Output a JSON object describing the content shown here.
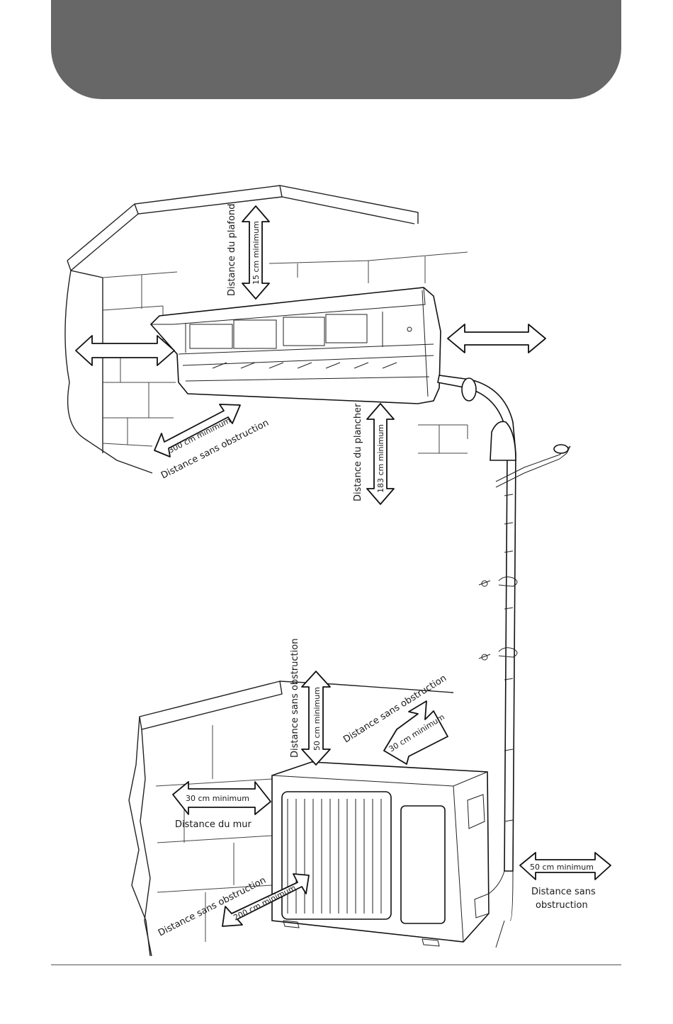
{
  "labels": {
    "ceiling_distance": "Distance du plafond",
    "ceiling_min": "15 cm minimum",
    "front_min": "300 cm minimum",
    "front_clear": "Distance sans obstruction",
    "floor_distance": "Distance du plancher",
    "floor_min": "183 cm minimum",
    "outdoor_top_clear": "Distance sans obstruction",
    "outdoor_top_min": "50 cm minimum",
    "outdoor_back_clear": "Distance sans obstruction",
    "outdoor_back_min": "30 cm minimum",
    "outdoor_wall_min": "30 cm minimum",
    "outdoor_wall_distance": "Distance du mur",
    "outdoor_front_clear": "Distance sans obstruction",
    "outdoor_front_min": "200 cm minimum",
    "outdoor_side_min": "50 cm minimum",
    "outdoor_side_clear_1": "Distance sans",
    "outdoor_side_clear_2": "obstruction"
  }
}
